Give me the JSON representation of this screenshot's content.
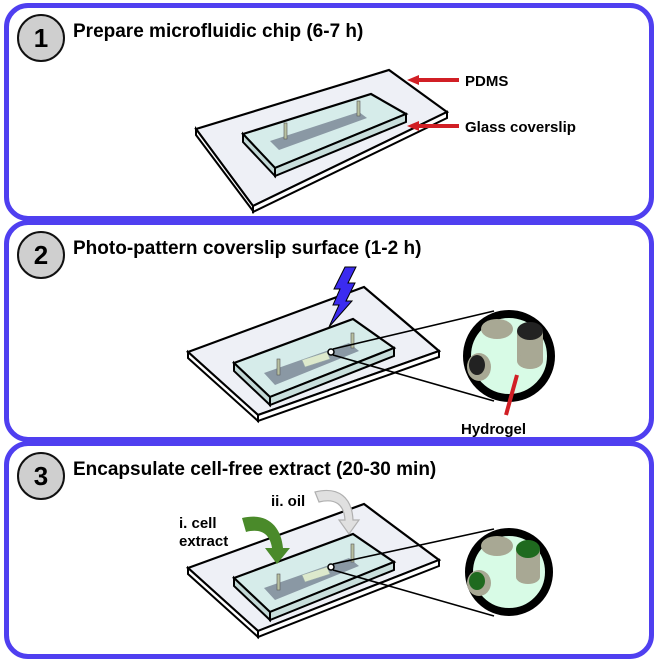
{
  "panels": [
    {
      "step": "1",
      "title": "Prepare microfluidic chip (6-7 h)",
      "labels": {
        "pdms": "PDMS",
        "coverslip": "Glass coverslip"
      }
    },
    {
      "step": "2",
      "title": "Photo-pattern coverslip surface (1-2 h)",
      "labels": {
        "hydrogel": "Hydrogel"
      }
    },
    {
      "step": "3",
      "title": "Encapsulate cell-free extract (20-30 min)",
      "labels": {
        "oil": "ii. oil",
        "extract_line1": "i. cell",
        "extract_line2": "extract"
      }
    }
  ],
  "colors": {
    "panel_border": "#4f3ff0",
    "arrow_red": "#d11f25",
    "lightning": "#3b2bf0",
    "extract_arrow": "#4a8a2a",
    "oil_arrow": "#e0e0e0",
    "hydrogel_bg": "#d8fbe6",
    "pdms": "#d6ecea",
    "channel": "#8a98a4",
    "coverslip": "#eef0f6"
  },
  "icons": {
    "lightning": "uv-light-icon",
    "magnifier": "zoom-inset-icon"
  }
}
